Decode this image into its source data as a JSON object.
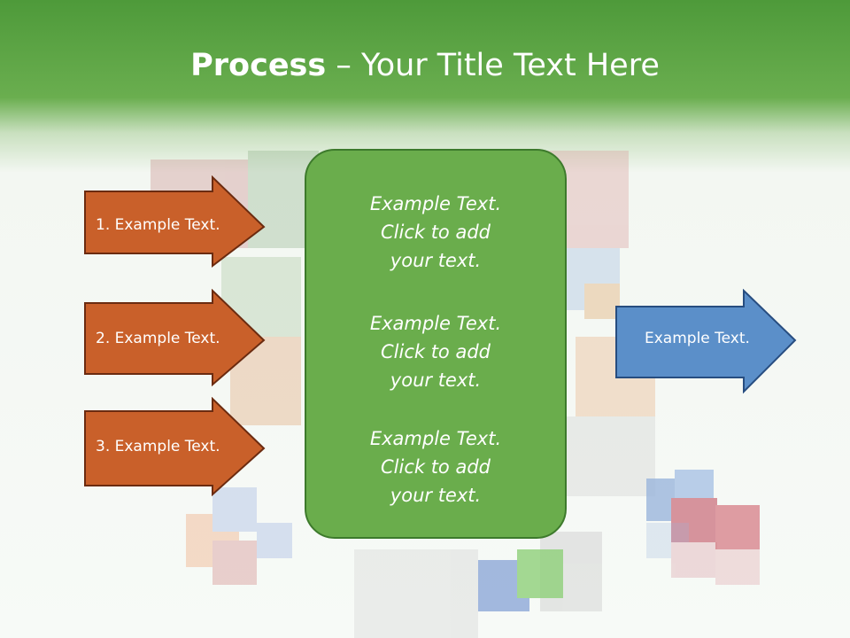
{
  "title": {
    "bold": "Process",
    "rest": " – Your Title Text Here"
  },
  "left_arrows": [
    {
      "label": "1. Example Text.",
      "color": "#c9602a"
    },
    {
      "label": "2. Example Text.",
      "color": "#c9602a"
    },
    {
      "label": "3. Example Text.",
      "color": "#c9602a"
    }
  ],
  "center_panel": {
    "color": "#6aad4c",
    "paragraphs": [
      [
        "Example Text.",
        "Click  to add",
        "your text."
      ],
      [
        "Example Text.",
        "Click  to add",
        "your text."
      ],
      [
        "Example Text.",
        "Click  to add",
        "your text."
      ]
    ]
  },
  "right_arrow": {
    "label": "Example Text.",
    "color": "#5b8fc9"
  }
}
